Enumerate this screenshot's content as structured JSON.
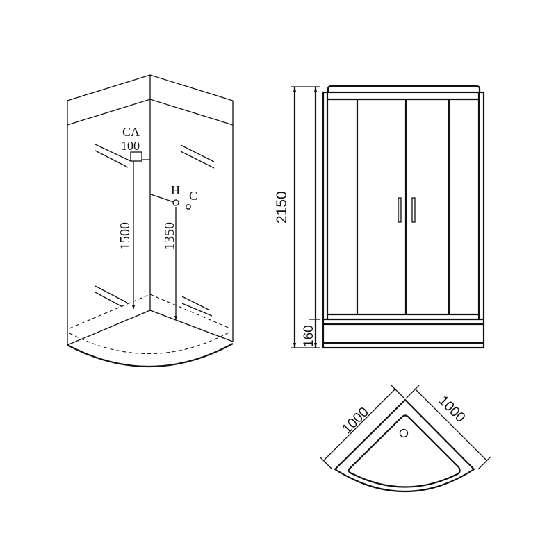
{
  "diagram": {
    "subject": "Quarter-round corner shower cabin technical drawing",
    "views": {
      "isometric": {
        "labels": {
          "ca_label": "CA",
          "ca_value": "100",
          "hot_label": "H",
          "cold_label": "C"
        },
        "dimensions": {
          "ca_height": "1500",
          "mixer_height": "1350"
        }
      },
      "front": {
        "dimensions": {
          "total_height": "2150",
          "tray_height": "160"
        }
      },
      "top": {
        "dimensions": {
          "left_side": "1000",
          "right_side": "1000"
        }
      }
    }
  }
}
